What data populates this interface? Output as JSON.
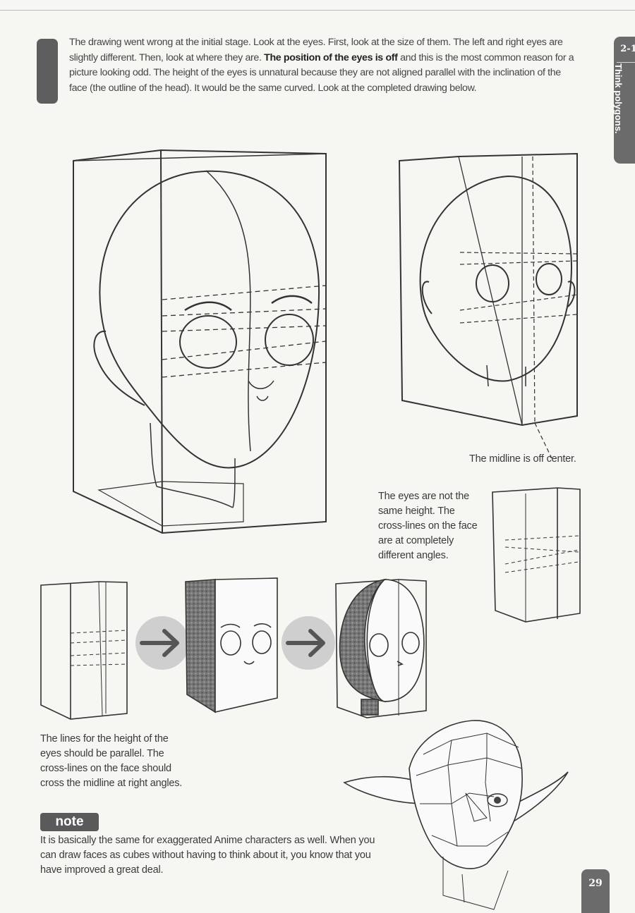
{
  "header": {
    "intro_part1": "The drawing went wrong at the initial stage. Look at the eyes. First, look at the size of them. The left and right eyes are slightly different. Then, look at where they are. ",
    "intro_bold": "The position of the eyes is off",
    "intro_part2": " and this is the most common reason for a picture looking odd. The height of the eyes is unnatural because they are not aligned parallel with the inclination of the face (the outline of the head). It would be the same curved. Look at the completed drawing below."
  },
  "side_tab": {
    "section_number": "2-1",
    "section_title": "Think polygons."
  },
  "captions": {
    "midline": "The midline is off center.",
    "eyes_height": "The eyes are not the same height. The cross-lines on the face are at completely different angles.",
    "lines_parallel": "The lines for the height of the eyes should be parallel. The cross-lines on the face should cross the midline at right angles."
  },
  "note": {
    "label": "note",
    "text": "It is basically the same for exaggerated Anime characters as well. When you can draw faces as cubes without having to think about it, you know that you have improved a great deal."
  },
  "page_number": "29",
  "icons": {
    "arrow": "right-arrow-icon"
  },
  "colors": {
    "ink": "#333333",
    "tab": "#6b6b6b",
    "arrow_circle": "#cfcfcf",
    "arrow": "#555555"
  }
}
